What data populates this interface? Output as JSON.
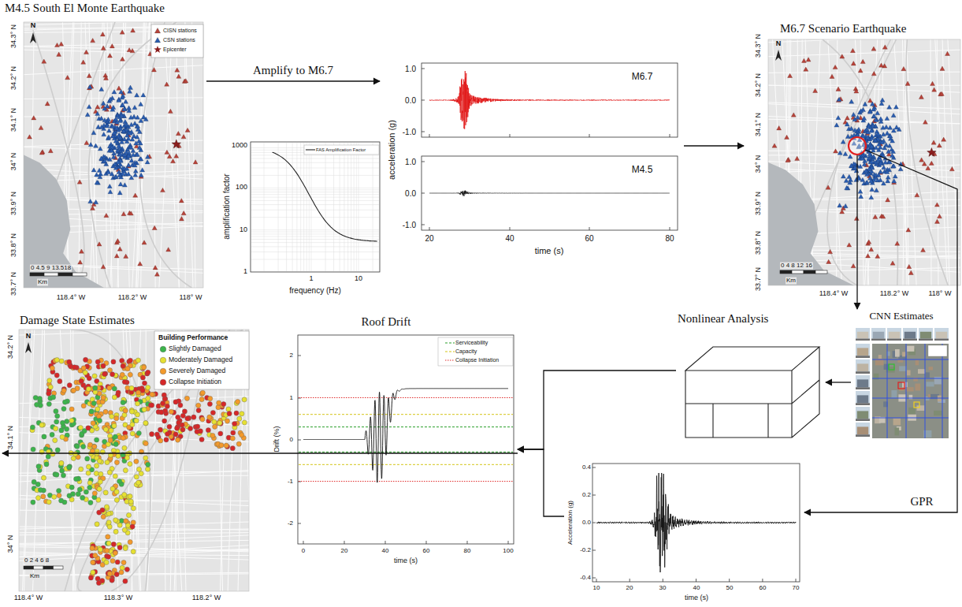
{
  "diagram": {
    "nodes": [
      {
        "text": [
          "M4.5 South El Monte Earthquake"
        ]
      },
      {
        "text": [
          "acceleration (g)"
        ]
      },
      {
        "text": [
          "M6.7 Scenario Earthquake"
        ]
      },
      {
        "text": [
          "CNN Estimates"
        ]
      },
      {
        "text": [
          "Nonlinear Analysis"
        ]
      },
      {
        "text": [
          "Acceleration (g)"
        ]
      },
      {
        "text": [
          "Roof Drift"
        ]
      },
      {
        "text": [
          "Damage State Estimates"
        ]
      }
    ],
    "edges": [
      {
        "from": 0,
        "to": 1,
        "label": "Amplify to M6.7",
        "arrow": "to"
      },
      {
        "from": 1,
        "to": 2,
        "arrow": "to"
      },
      {
        "from": 2,
        "to": 3,
        "arrow": "to"
      },
      {
        "from": 3,
        "to": 4,
        "arrow": "to"
      },
      {
        "from": 2,
        "to": 5,
        "label": "GPR",
        "arrow": "to"
      },
      {
        "from": 4,
        "to": 6,
        "arrow": "to"
      },
      {
        "from": 5,
        "to": 6,
        "arrow": "to"
      },
      {
        "from": 6,
        "to": 7,
        "arrow": "to"
      }
    ],
    "labels": [
      "34.3° N",
      "34.2° N",
      "34.1° N",
      "34° N",
      "33.9° N",
      "33.8° N",
      "33.7° N",
      "118.4° W",
      "118.2° W",
      "118° W",
      "0 4.5 9 13.518",
      "Km",
      "amplification factor",
      "1000",
      "100",
      "10",
      "1",
      "1",
      "10",
      "frequency (Hz)",
      "M6.7",
      "M4.5",
      "1.0",
      "0.0",
      "-1.0",
      "1.0",
      "0.0",
      "-1.0",
      "20",
      "40",
      "60",
      "80",
      "time (s)",
      "34.3° N",
      "34.2° N",
      "34.1° N",
      "34° N",
      "33.9° N",
      "33.8° N",
      "33.7° N",
      "118.4° W",
      "118.2° W",
      "118° W",
      "0 4 8 12 16",
      "Km",
      "0.4",
      "0.2",
      "0.0",
      "-0.2",
      "-0.4",
      "10",
      "20",
      "30",
      "40",
      "50",
      "60",
      "70",
      "time (s)",
      "Drift (%)",
      "2",
      "1",
      "0",
      "-1",
      "-2",
      "0",
      "20",
      "40",
      "60",
      "80",
      "100",
      "time (s)",
      "34.2° N",
      "34.1° N",
      "34° N",
      "118.4° W",
      "118.3° W",
      "118.2° W",
      "0 2 4 6 8",
      "Km",
      "Building Performance",
      "N",
      "N",
      "N"
    ],
    "legend": [
      {
        "text": "CISN stations",
        "color": "#b8433a"
      },
      {
        "text": "CSN stations",
        "color": "#2a5db0"
      },
      {
        "text": "Epicenter",
        "color": "#8b1e1e"
      },
      {
        "text": "FAS Amplification Factor"
      },
      {
        "text": "Serviceability"
      },
      {
        "text": "Capacity"
      },
      {
        "text": "Collapse Initiation"
      },
      {
        "text": "Slightly Damaged",
        "color": "#3cb44b"
      },
      {
        "text": "Moderately Damaged",
        "color": "#e6e032"
      },
      {
        "text": "Severely Damaged",
        "color": "#f39a2b"
      },
      {
        "text": "Collapse Initiation",
        "color": "#d62728"
      }
    ]
  }
}
